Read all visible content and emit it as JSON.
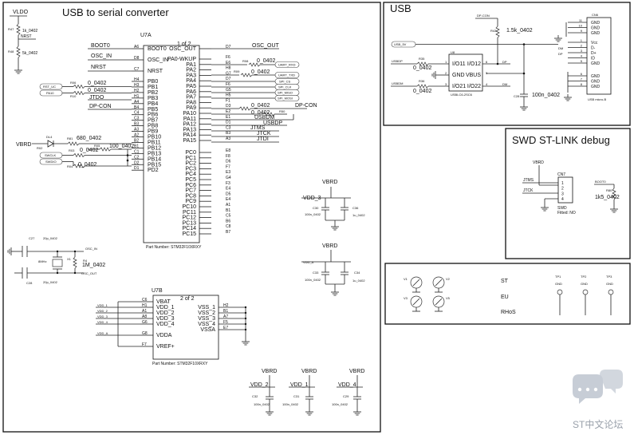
{
  "panels": {
    "usb_serial": {
      "title": "USB to serial converter"
    },
    "usb": {
      "title": "USB"
    },
    "swd": {
      "title": "SWD ST-LINK debug"
    }
  },
  "u7a": {
    "ref": "U7A",
    "part_of": "1 of 2",
    "part_number": "Part Number: STM32F10XRXY",
    "left_pins": [
      {
        "num": "A6",
        "name": "BOOT0"
      },
      {
        "num": "D8",
        "name": "OSC_IN"
      },
      {
        "num": "C7",
        "name": "NRST"
      },
      {
        "num": "H4",
        "name": "PB0"
      },
      {
        "num": "H3",
        "name": "PB1"
      },
      {
        "num": "H2",
        "name": "PB2"
      },
      {
        "num": "H1",
        "name": "PB3"
      },
      {
        "num": "A4",
        "name": "PB4"
      },
      {
        "num": "B4",
        "name": "PB5"
      },
      {
        "num": "C4",
        "name": "PB6"
      },
      {
        "num": "C3",
        "name": "PB7"
      },
      {
        "num": "B3",
        "name": "PB8"
      },
      {
        "num": "A3",
        "name": "PB9"
      },
      {
        "num": "A2",
        "name": "PB10"
      },
      {
        "num": "B2",
        "name": "PB11"
      },
      {
        "num": "B1",
        "name": "PB12"
      },
      {
        "num": "C1",
        "name": "PB13"
      },
      {
        "num": "C2",
        "name": "PB14"
      },
      {
        "num": "D2",
        "name": "PB15"
      },
      {
        "num": "D1",
        "name": "PD2"
      }
    ],
    "right_pins": [
      {
        "num": "D7",
        "name": "OSC_OUT"
      },
      {
        "num": "F6",
        "name": "PA0-WKUP"
      },
      {
        "num": "E6",
        "name": "PA1"
      },
      {
        "num": "H8",
        "name": "PA2"
      },
      {
        "num": "G7",
        "name": "PA3"
      },
      {
        "num": "D7",
        "name": "PA4"
      },
      {
        "num": "F6",
        "name": "PA5"
      },
      {
        "num": "G5",
        "name": "PA6"
      },
      {
        "num": "H5",
        "name": "PA7"
      },
      {
        "num": "F1",
        "name": "PA8"
      },
      {
        "num": "D3",
        "name": "PA9"
      },
      {
        "num": "E2",
        "name": "PA10"
      },
      {
        "num": "E1",
        "name": "PA11"
      },
      {
        "num": "D1",
        "name": "PA12"
      },
      {
        "num": "C3",
        "name": "PA13"
      },
      {
        "num": "B3",
        "name": "PA14"
      },
      {
        "num": "A3",
        "name": "PA15"
      },
      {
        "num": "E8",
        "name": "PC0"
      },
      {
        "num": "F8",
        "name": "PC1"
      },
      {
        "num": "D6",
        "name": "PC2"
      },
      {
        "num": "F7",
        "name": "PC3"
      },
      {
        "num": "E3",
        "name": "PC4"
      },
      {
        "num": "G4",
        "name": "PC5"
      },
      {
        "num": "F3",
        "name": "PC6"
      },
      {
        "num": "E4",
        "name": "PC7"
      },
      {
        "num": "D5",
        "name": "PC8"
      },
      {
        "num": "E4",
        "name": "PC9"
      },
      {
        "num": "A1",
        "name": "PC10"
      },
      {
        "num": "B1",
        "name": "PC11"
      },
      {
        "num": "C5",
        "name": "PC12"
      },
      {
        "num": "B6",
        "name": "PC13"
      },
      {
        "num": "C8",
        "name": "PC14"
      },
      {
        "num": "B7",
        "name": "PC15"
      }
    ]
  },
  "u7b": {
    "ref": "U7B",
    "part_of": "2 of 2",
    "part_number": "Part Number: STM32F10XRXY",
    "left_pins": [
      {
        "num": "C6",
        "name": "VBAT"
      },
      {
        "num": "H1",
        "name": "VDD_1"
      },
      {
        "num": "A1",
        "name": "VDD_2"
      },
      {
        "num": "A8",
        "name": "VDD_3"
      },
      {
        "num": "G6",
        "name": "VDD_4"
      },
      {
        "num": "G8",
        "name": "VDDA"
      },
      {
        "num": "F7",
        "name": "VREF+"
      }
    ],
    "right_pins": [
      {
        "num": "H2",
        "name": "VSS_1"
      },
      {
        "num": "B1",
        "name": "VSS_2"
      },
      {
        "num": "A7",
        "name": "VSS_3"
      },
      {
        "num": "F5",
        "name": "VSS_4"
      },
      {
        "num": "E7",
        "name": "VSSA"
      }
    ],
    "net_labels": [
      "VDD_1",
      "VDD_2",
      "VDD_3",
      "VDD_4",
      "VDD_A"
    ]
  },
  "nets": {
    "vldo": "VLDO",
    "vbrd": "VBRD",
    "nrst": "NRST",
    "boot0": "BOOT0",
    "osc_in": "OSC_IN",
    "osc_out": "OSC_OUT",
    "jtdo": "JTDO",
    "jtms": "JTMS",
    "jtck": "JTCK",
    "jtdi": "JTDI",
    "dp_con": "DP-CON",
    "usbdm": "USBDM",
    "usbdp": "USBDP",
    "rst_uc": "RST_UC",
    "pa10": "PA10",
    "uart_rxd": "UART_RXD",
    "uart_txd": "UART_TXD",
    "spi_cs": "SPI_CS",
    "spi_clk": "SPI_CLK",
    "spi_miso": "SPI_MISO",
    "spi_mosi": "SPI_MOSI",
    "swclk": "SWCLK",
    "swdio": "SWDIO",
    "usb_5v": "USB_5V",
    "vdd_a": "VDD_A",
    "vdd_3": "VDD_3",
    "vdd_1": "VDD_1",
    "vdd_2": "VDD_2",
    "vdd_4": "VDD_4",
    "boot0_sw": "BOOT0"
  },
  "components": {
    "r_vldo_1k": {
      "ref": "R47",
      "value": "1k_0402"
    },
    "r_vldo_5k": {
      "ref": "R48",
      "value": "5k_0402"
    },
    "r_rst": {
      "ref": "R06",
      "value": "0_0402"
    },
    "r_pa10": {
      "ref": "R10",
      "value": "0_0402"
    },
    "led": {
      "ref": "DL4",
      "r_ref": "R81",
      "r_value": "680_0402"
    },
    "r_swclk": {
      "ref": "R03",
      "value": "0_0402"
    },
    "r_100": {
      "ref": "R05",
      "value": "100_0402"
    },
    "r_swdio": {
      "ref": "R04",
      "value": "0_0402"
    },
    "r_pb12": {
      "ref": "R02",
      "value": ""
    },
    "r_rxd": {
      "ref": "R08",
      "value": "0_0402"
    },
    "r_txd": {
      "ref": "R09",
      "value": "0_0402"
    },
    "r_pa9": {
      "ref": "",
      "value": "0_0402"
    },
    "r_pa10b": {
      "ref": "R50",
      "value": "0_0402"
    },
    "c27": {
      "ref": "C27",
      "value": "20p_0402"
    },
    "c28": {
      "ref": "C28",
      "value": "20p_0402"
    },
    "crystal": {
      "ref": "X1",
      "value": "8MHz"
    },
    "r_1m": {
      "ref": "R4",
      "value": "1M_0402"
    },
    "c30": {
      "ref": "C30",
      "value": "100n_0402"
    },
    "c36": {
      "ref": "C36",
      "value": "1u_0402"
    },
    "c33": {
      "ref": "C33",
      "value": "100n_0402"
    },
    "c34": {
      "ref": "C34",
      "value": "1u_0402"
    },
    "c32": {
      "ref": "C32",
      "value": "100n_0402"
    },
    "c31": {
      "ref": "C31",
      "value": "100n_0402"
    },
    "c29": {
      "ref": "C29",
      "value": "100n_0402"
    },
    "r43": {
      "ref": "R43",
      "value": "1.5k_0402"
    },
    "r_usbdp": {
      "ref": "R35",
      "value": "0_0402"
    },
    "r_usbdm": {
      "ref": "R36",
      "value": "0_0402"
    },
    "c_usb": {
      "ref": "C28",
      "value": "100n_0402"
    },
    "r_boot": {
      "ref": "R80",
      "value": "1k5_0402"
    }
  },
  "usblc": {
    "ref": "U8",
    "part": "USBLC6-2SC6",
    "pins_left": [
      {
        "num": "1",
        "name": "I/O11"
      },
      {
        "num": "2",
        "name": "GND"
      },
      {
        "num": "3",
        "name": "I/O21"
      }
    ],
    "pins_right": [
      {
        "num": "6",
        "name": "I/O12"
      },
      {
        "num": "5",
        "name": "VBUS"
      },
      {
        "num": "4",
        "name": "I/O22"
      }
    ],
    "nets_right": [
      "DP",
      "",
      "DM"
    ]
  },
  "usb_conn": {
    "ref": "CN6",
    "caption": "USB micro-B",
    "top_pins": [
      {
        "num": "11",
        "name": "GND"
      },
      {
        "num": "10",
        "name": "GND"
      },
      {
        "num": "9",
        "name": "GND"
      }
    ],
    "main_pins": [
      {
        "num": "1",
        "name": "Vcc"
      },
      {
        "num": "2",
        "name": "D-"
      },
      {
        "num": "3",
        "name": "D+"
      },
      {
        "num": "4",
        "name": "ID"
      },
      {
        "num": "5",
        "name": "GND"
      }
    ],
    "bottom_pins": [
      {
        "num": "6",
        "name": "GND"
      },
      {
        "num": "7",
        "name": "GND"
      },
      {
        "num": "8",
        "name": "GND"
      }
    ],
    "nets": [
      "DM",
      "DP"
    ],
    "dp_con": "DP-CON"
  },
  "cn7": {
    "ref": "CN7",
    "pins": [
      "1",
      "2",
      "3",
      "4"
    ],
    "caption1": "SWD",
    "caption2": "Fitted: NO"
  },
  "legend": {
    "labels": [
      "ST",
      "EU",
      "RHoS"
    ],
    "switches": [
      "V1",
      "V2",
      "V3",
      "V5"
    ],
    "test_points": [
      {
        "ref": "TP1",
        "net": "GND"
      },
      {
        "ref": "TP2",
        "net": "GND"
      },
      {
        "ref": "TP3",
        "net": "GND"
      }
    ]
  },
  "watermark": {
    "text": "ST中文论坛"
  }
}
